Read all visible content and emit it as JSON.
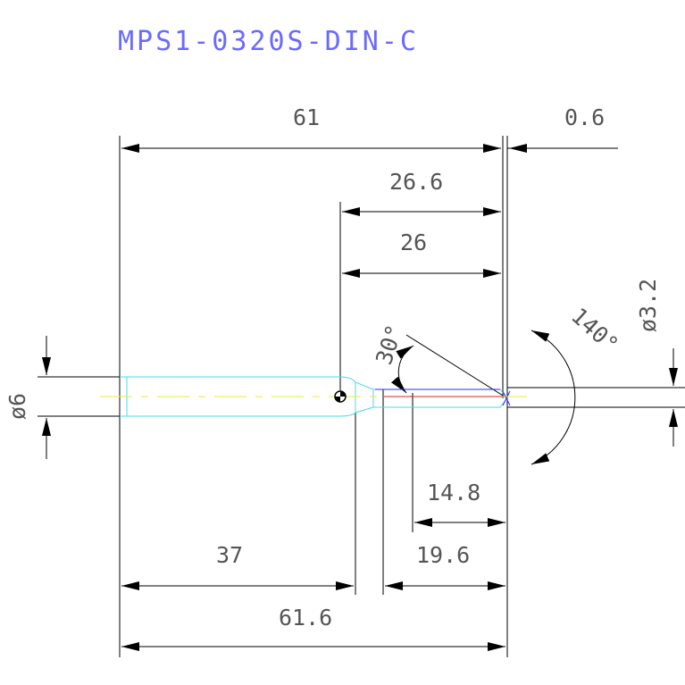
{
  "title": "MPS1-0320S-DIN-C",
  "dimensions": {
    "overall_length": "61",
    "tip_offset": "0.6",
    "flute_to_tip": "26.6",
    "flute_length": "26",
    "point_diameter": "ø3.2",
    "shank_diameter": "ø6",
    "neck_angle": "30°",
    "point_angle": "140°",
    "body_length_a": "14.8",
    "body_length_b": "19.6",
    "shank_length": "37",
    "total_length": "61.6"
  },
  "colors": {
    "title": "#6a6aff",
    "dimension_text": "#555555",
    "lines": "#000000",
    "outline": "#4fd8e8",
    "centerline": "#e8e84a",
    "red_line": "#e02020",
    "blue_line": "#2a2aff"
  }
}
